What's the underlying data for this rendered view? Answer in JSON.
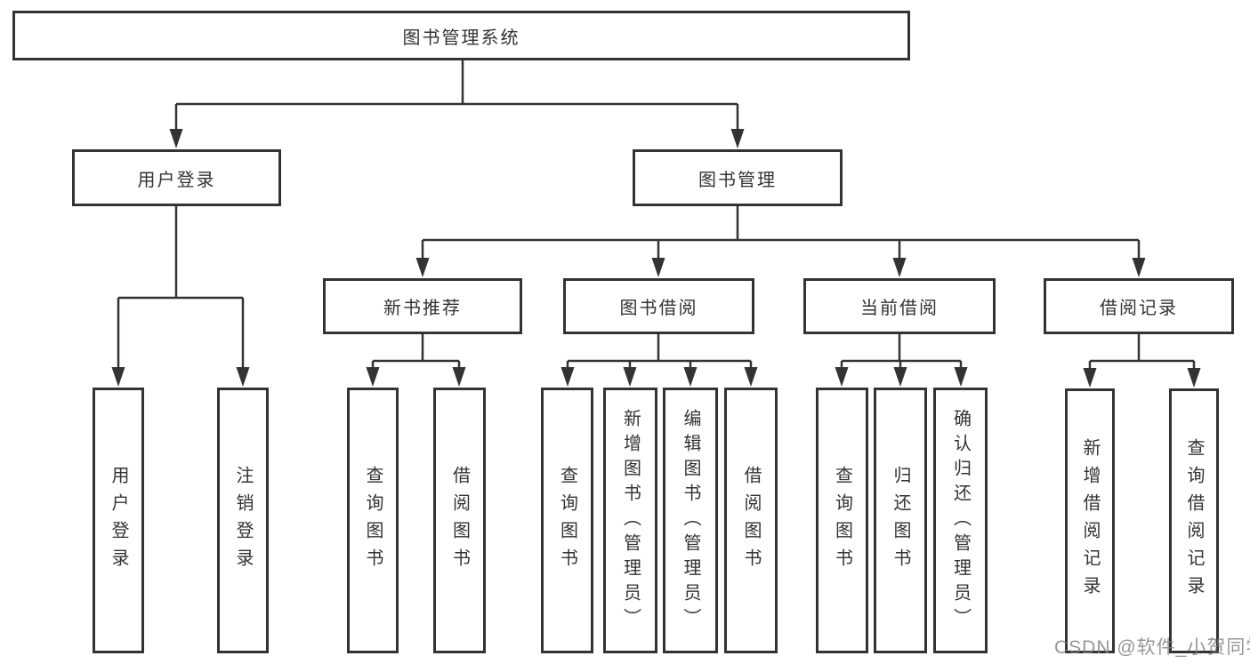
{
  "tree": {
    "root": "图书管理系统",
    "branches": [
      {
        "label": "用户登录",
        "children": [
          "用户登录",
          "注销登录"
        ]
      },
      {
        "label": "图书管理",
        "groups": [
          {
            "label": "新书推荐",
            "children": [
              "查询图书",
              "借阅图书"
            ]
          },
          {
            "label": "图书借阅",
            "children": [
              "查询图书",
              "新增图书（管理员）",
              "编辑图书（管理员）",
              "借阅图书"
            ]
          },
          {
            "label": "当前借阅",
            "children": [
              "查询图书",
              "归还图书",
              "确认归还（管理员）"
            ]
          },
          {
            "label": "借阅记录",
            "children": [
              "新增借阅记录",
              "查询借阅记录"
            ]
          }
        ]
      }
    ]
  },
  "watermark": "CSDN @软件_小贺同学",
  "colors": {
    "line": "#333333",
    "text": "#333333",
    "background": "#ffffff",
    "watermark": "#808080"
  }
}
